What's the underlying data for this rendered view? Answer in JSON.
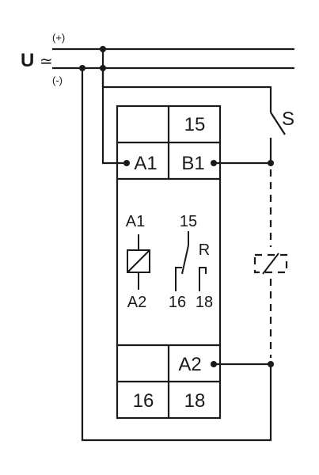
{
  "supply": {
    "voltage_label": "U",
    "ac_dc_symbol": "≃",
    "plus_label": "(+)",
    "minus_label": "(-)"
  },
  "switch": {
    "label": "S"
  },
  "terminals": {
    "t15": "15",
    "a1": "A1",
    "b1": "B1",
    "a2": "A2",
    "t16": "16",
    "t18": "18"
  },
  "schematic": {
    "coil_top": "A1",
    "coil_bottom": "A2",
    "contact_common": "15",
    "relay_label": "R",
    "contact_nc": "16",
    "contact_no": "18"
  }
}
